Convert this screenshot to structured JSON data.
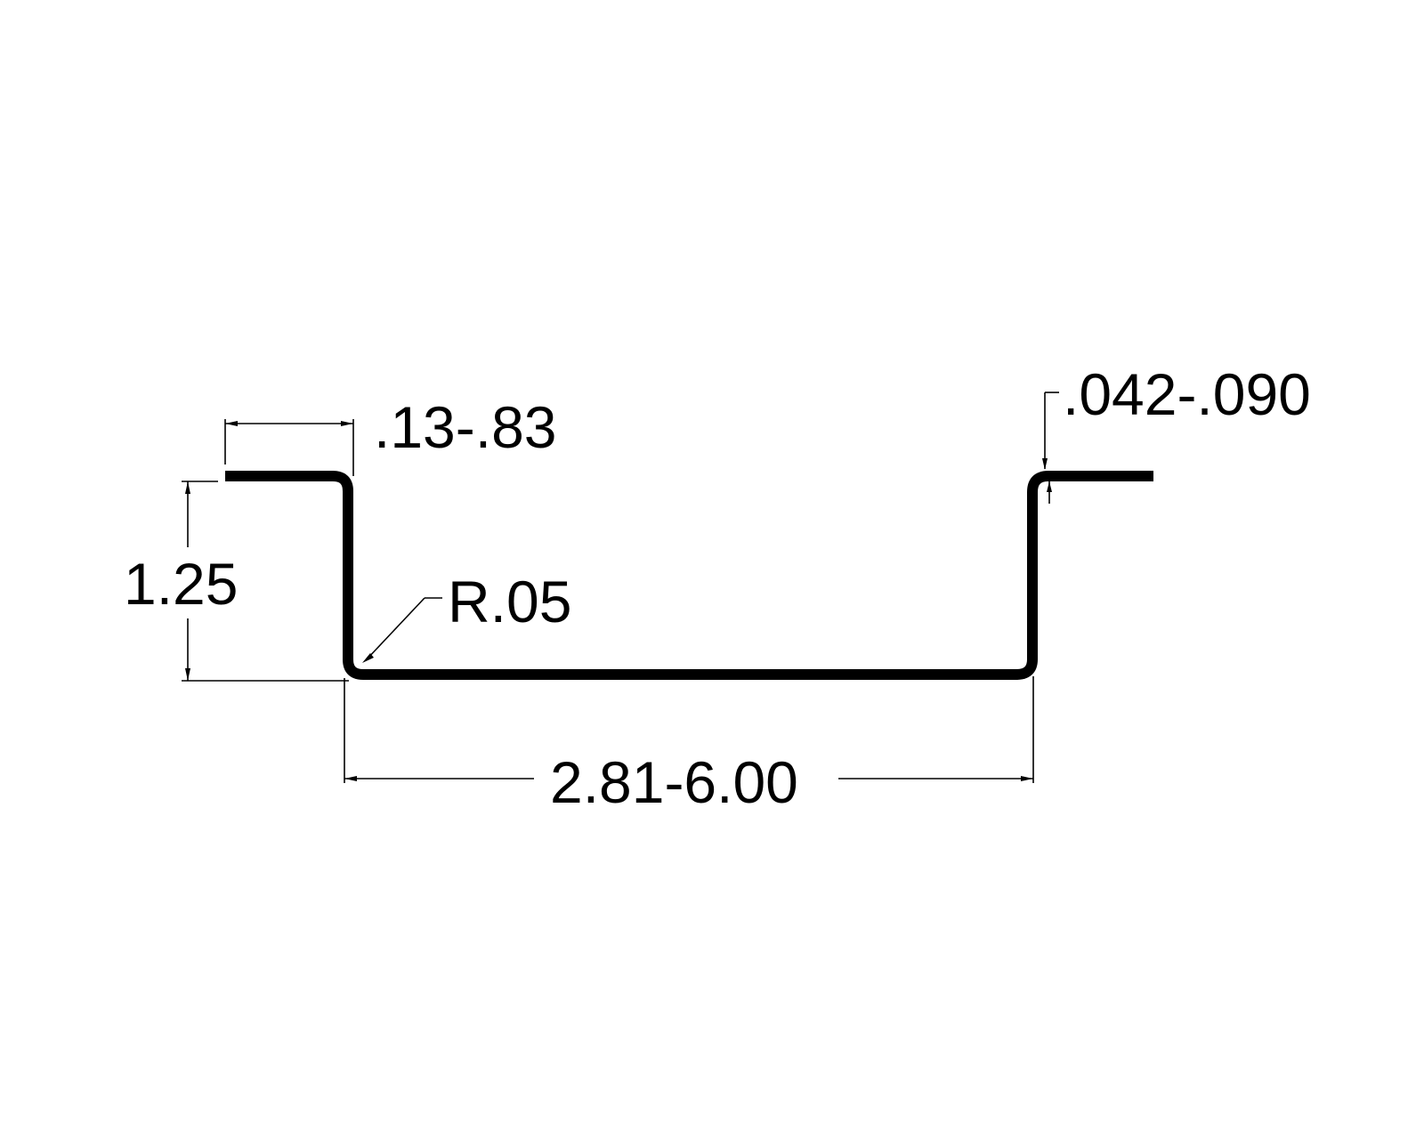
{
  "drawing": {
    "title": "",
    "dimensions": {
      "flange_width": ".13-.83",
      "material_thickness": ".042-.090",
      "depth": "1.25",
      "bend_radius": "R.05",
      "bottom_width": "2.81-6.00"
    },
    "colors": {
      "line": "#000000",
      "background": "#ffffff"
    }
  }
}
